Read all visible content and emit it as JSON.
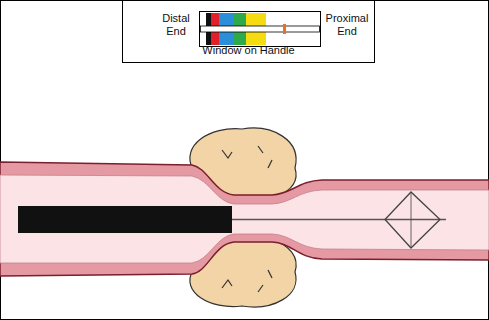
{
  "diagram": {
    "nodes": [
      {
        "text": [
          "Distal End",
          "Proximal End",
          "Window on Handle"
        ]
      }
    ]
  }
}
